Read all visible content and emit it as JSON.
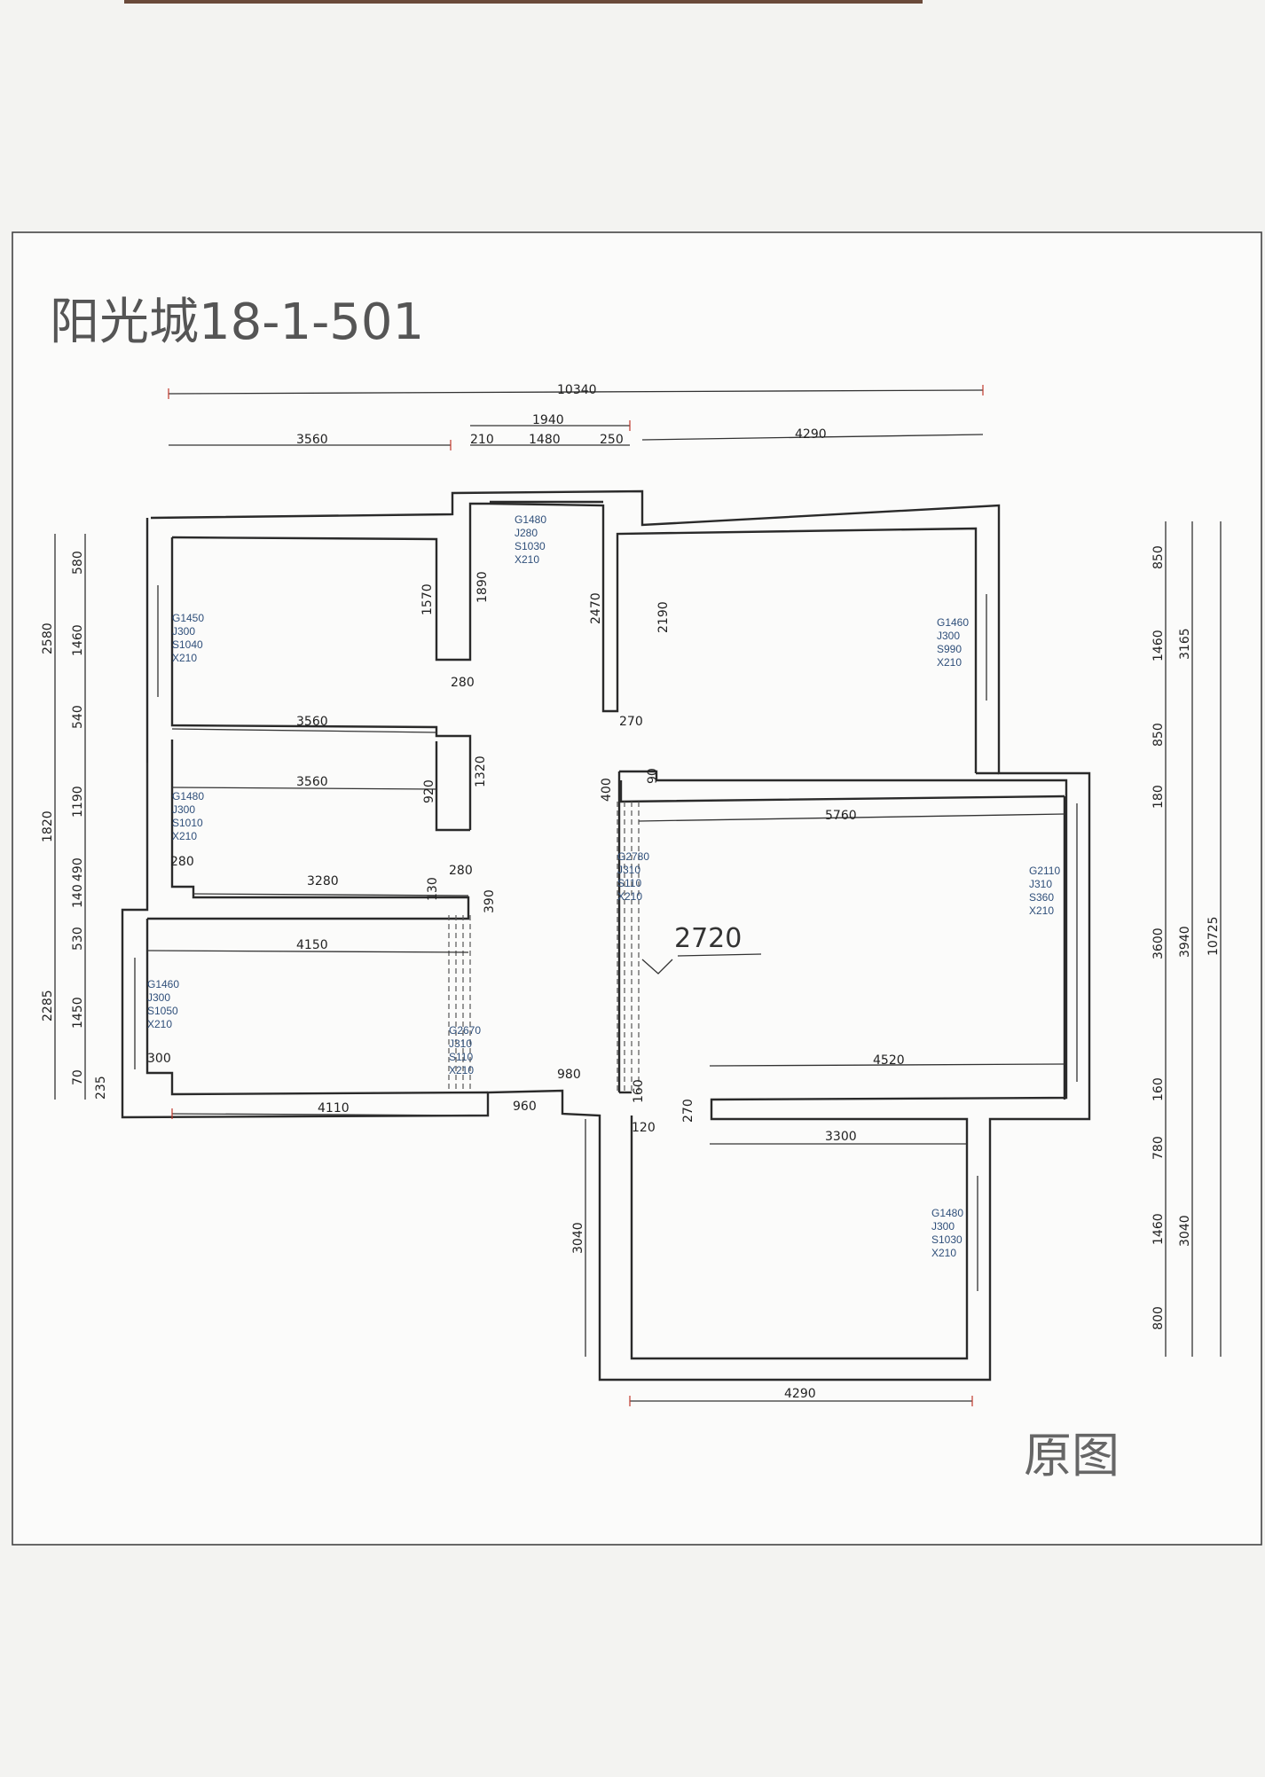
{
  "title": "阳光城18-1-501",
  "label": "原图",
  "big_dim": "2720",
  "top_dims": {
    "total": "10340",
    "middle": "1940",
    "left": "3560",
    "a": "210",
    "b": "1480",
    "c": "250",
    "right": "4290"
  },
  "left_dims": {
    "outer": [
      "2580",
      "1820",
      "2285",
      "235"
    ],
    "inner": [
      "580",
      "1460",
      "540",
      "1190",
      "490",
      "140",
      "530",
      "1450",
      "70"
    ]
  },
  "right_dims": {
    "inner": [
      "850",
      "1460",
      "850",
      "180",
      "3600",
      "160",
      "780",
      "1460",
      "800"
    ],
    "middle": [
      "3165",
      "3940",
      "3040"
    ],
    "outer": "10725"
  },
  "interior_dims": [
    "1570",
    "1890",
    "280",
    "2470",
    "2190",
    "270",
    "3560",
    "1320",
    "3560",
    "920",
    "400",
    "90",
    "5760",
    "280",
    "3280",
    "280",
    "130",
    "390",
    "4150",
    "300",
    "4110",
    "960",
    "980",
    "160",
    "4520",
    "270",
    "120",
    "3300",
    "3040",
    "4290"
  ],
  "windows": [
    [
      "G1480",
      "J280",
      "S1030",
      "X210"
    ],
    [
      "G1450",
      "J300",
      "S1040",
      "X210"
    ],
    [
      "G1460",
      "J300",
      "S990",
      "X210"
    ],
    [
      "G1480",
      "J300",
      "S1010",
      "X210"
    ],
    [
      "G2780",
      "J310",
      "S110",
      "X210"
    ],
    [
      "G2110",
      "J310",
      "S360",
      "X210"
    ],
    [
      "G1460",
      "J300",
      "S1050",
      "X210"
    ],
    [
      "G2670",
      "J310",
      "S110",
      "X210"
    ],
    [
      "G1480",
      "J300",
      "S1030",
      "X210"
    ]
  ],
  "colors": {
    "wall": "#2a2a2a",
    "window_text": "#2f4f7a",
    "tick": "#c0392b"
  }
}
